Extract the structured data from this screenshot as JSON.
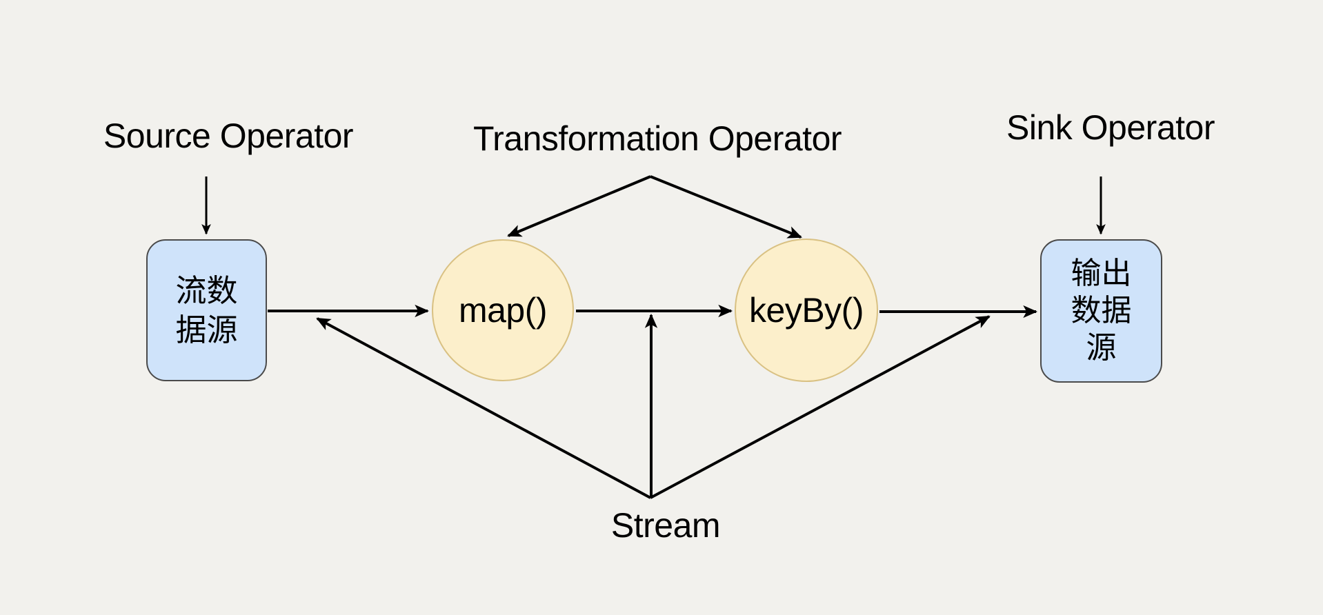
{
  "diagram": {
    "background_color": "#f2f1ed",
    "line_color": "#000000",
    "labels": {
      "source_operator": "Source Operator",
      "transformation_operator": "Transformation Operator",
      "sink_operator": "Sink Operator",
      "stream": "Stream"
    },
    "nodes": {
      "source": {
        "shape": "rounded-rect",
        "text": "流数据源",
        "lines": [
          "流数",
          "据源"
        ],
        "fill": "#cfe3fa",
        "border_color": "#4a4a4a"
      },
      "map": {
        "shape": "circle",
        "label": "map()",
        "fill": "#fcefcb",
        "border_color": "#d9c183"
      },
      "keyby": {
        "shape": "circle",
        "label": "keyBy()",
        "fill": "#fcefcb",
        "border_color": "#d9c183"
      },
      "sink": {
        "shape": "rounded-rect",
        "text": "输出数据源",
        "lines": [
          "输出",
          "数据",
          "源"
        ],
        "fill": "#cfe3fa",
        "border_color": "#4a4a4a"
      }
    },
    "edges": [
      {
        "from": "source-operator-label",
        "to": "source-node",
        "type": "arrow"
      },
      {
        "from": "transformation-operator-label",
        "to": "map-node",
        "type": "arrow"
      },
      {
        "from": "transformation-operator-label",
        "to": "keyby-node",
        "type": "arrow"
      },
      {
        "from": "sink-operator-label",
        "to": "sink-node",
        "type": "arrow"
      },
      {
        "from": "source-node",
        "to": "map-node",
        "type": "arrow"
      },
      {
        "from": "map-node",
        "to": "keyby-node",
        "type": "arrow"
      },
      {
        "from": "keyby-node",
        "to": "sink-node",
        "type": "arrow"
      },
      {
        "from": "stream-point",
        "to": "edge-source-map",
        "type": "arrow"
      },
      {
        "from": "stream-point",
        "to": "edge-map-keyby",
        "type": "arrow"
      },
      {
        "from": "stream-point",
        "to": "edge-keyby-sink",
        "type": "arrow"
      }
    ]
  }
}
